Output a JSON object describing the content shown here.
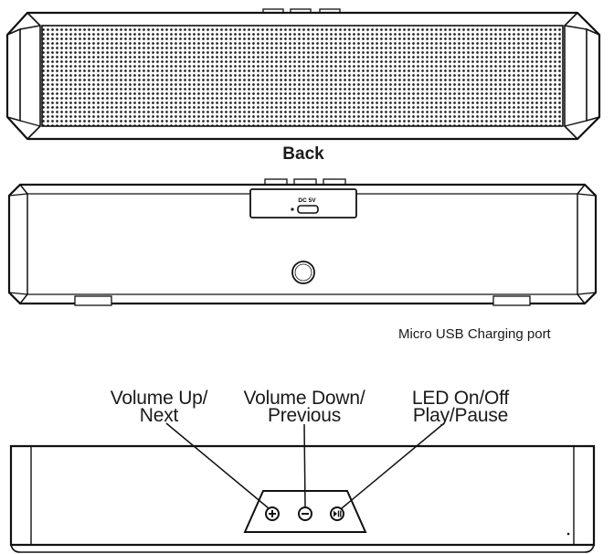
{
  "labels": {
    "back": "Back",
    "micro_usb": "Micro USB Charging port",
    "port_marking": "DC 5V"
  },
  "callouts": [
    {
      "line1": "Volume Up/",
      "line2": "Next",
      "icon": "plus-icon"
    },
    {
      "line1": "Volume Down/",
      "line2": "Previous",
      "icon": "minus-icon"
    },
    {
      "line1": "LED On/Off",
      "line2": "Play/Pause",
      "icon": "play-pause-icon"
    }
  ]
}
